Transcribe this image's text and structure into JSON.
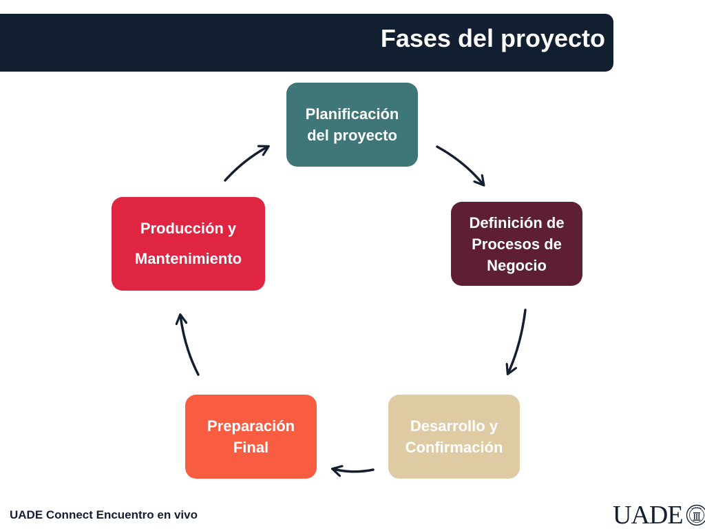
{
  "header": {
    "title": "Fases del proyecto"
  },
  "diagram": {
    "phases": [
      {
        "lines": [
          "Planificación",
          "del proyecto"
        ],
        "color": "#3f7677"
      },
      {
        "lines": [
          "Definición de",
          "Procesos de",
          "Negocio"
        ],
        "color": "#5e1f35"
      },
      {
        "lines": [
          "Desarrollo y",
          "Confirmación"
        ],
        "color": "#decba4"
      },
      {
        "lines": [
          "Preparación",
          "Final"
        ],
        "color": "#f85d42"
      },
      {
        "lines": [
          "Producción y",
          "Mantenimiento"
        ],
        "color": "#df2541"
      }
    ],
    "arrow_color": "#111f31",
    "flow": [
      "1→2",
      "2→3",
      "3→4",
      "4→5",
      "5→1"
    ]
  },
  "footer": {
    "text": "UADE Connect Encuentro en vivo",
    "logo_text": "UADE",
    "seal_text": "FUNDACIÓN UADE"
  },
  "colors": {
    "title_bar": "#111f31",
    "background": "#ffffff"
  }
}
